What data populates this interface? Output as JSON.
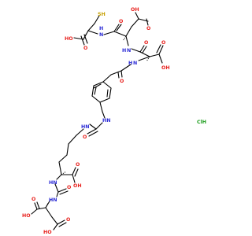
{
  "molecule": {
    "labels": {
      "thiol": "SH",
      "cys_acid": "HO",
      "cys_carbonyl_o": "O",
      "cys_nh": "N",
      "cys_nh_h": "H",
      "asp1_o": "O",
      "asp1_side_oh": "OH",
      "asp1_side_o": "O",
      "asp1_nh": "N",
      "asp1_nh_h": "H",
      "asp2_o": "O",
      "asp2_side_oh": "OH",
      "asp2_side_o": "O",
      "asp2_nh": "N",
      "asp2_nh_h": "H",
      "acyl_o": "O",
      "urea1_nh_a": "HN",
      "urea1_o": "O",
      "urea1_nh_b": "HN",
      "lys_acid_o": "O",
      "lys_acid_oh": "OH",
      "urea2_nh_a": "HN",
      "urea2_o": "O",
      "urea2_nh_b": "HN",
      "glu_acid_o": "O",
      "glu_acid_ho": "HO",
      "glu_side_o": "O",
      "glu_side_ho": "HO",
      "salt": "ClH"
    }
  }
}
